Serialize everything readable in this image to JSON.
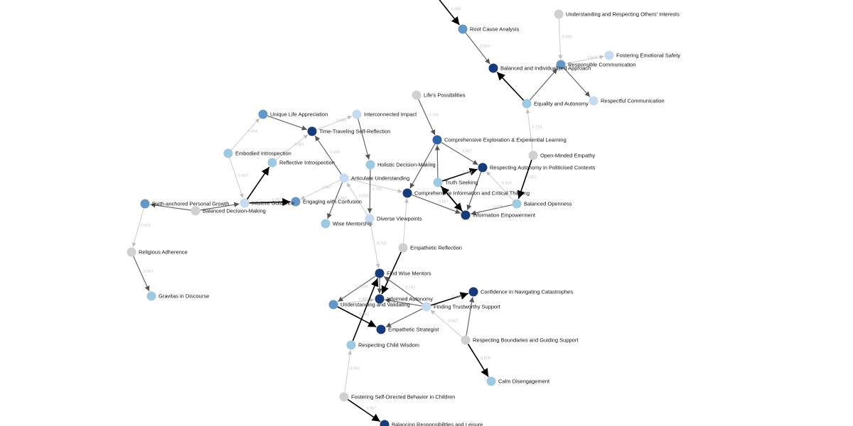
{
  "colors": {
    "gray": "#d0d0d0",
    "pale": "#c6dbef",
    "light": "#9ecae1",
    "mid": "#6497c8",
    "strong": "#2f62a8",
    "dark": "#173a7a"
  },
  "nodes": [
    {
      "id": "root_cause",
      "label": "Root Cause Analysis",
      "tone": "mid"
    },
    {
      "id": "understanding_interests",
      "label": "Understanding and Respecting Others' Interests",
      "tone": "gray"
    },
    {
      "id": "fostering_safety",
      "label": "Fostering Emotional Safety",
      "tone": "pale"
    },
    {
      "id": "responsible_comm",
      "label": "Responsible Communication",
      "tone": "mid"
    },
    {
      "id": "balanced_individualized",
      "label": "Balanced and Individualized Approach",
      "tone": "dark"
    },
    {
      "id": "respectful_comm",
      "label": "Respectful Communication",
      "tone": "pale"
    },
    {
      "id": "equality_autonomy",
      "label": "Equality and Autonomy",
      "tone": "light"
    },
    {
      "id": "lifes_possibilities",
      "label": "Life's Possibilities",
      "tone": "gray"
    },
    {
      "id": "unique_life",
      "label": "Unique Life Appreciation",
      "tone": "mid"
    },
    {
      "id": "interconnected",
      "label": "Interconnected Impact",
      "tone": "pale"
    },
    {
      "id": "time_traveling",
      "label": "Time-Traveling Self-Reflection",
      "tone": "dark"
    },
    {
      "id": "comprehensive_exploration",
      "label": "Comprehensive Exploration & Experiential Learning",
      "tone": "strong"
    },
    {
      "id": "embodied",
      "label": "Embodied Introspection",
      "tone": "light"
    },
    {
      "id": "open_minded",
      "label": "Open-Minded Empathy",
      "tone": "gray"
    },
    {
      "id": "reflective",
      "label": "Reflective Introspection",
      "tone": "light"
    },
    {
      "id": "holistic",
      "label": "Holistic Decision-Making",
      "tone": "light"
    },
    {
      "id": "respecting_autonomy_pol",
      "label": "Respecting Autonomy in Politicised Contexts",
      "tone": "dark"
    },
    {
      "id": "articulate",
      "label": "Articulate Understanding",
      "tone": "pale"
    },
    {
      "id": "truth_seeking",
      "label": "Truth Seeking",
      "tone": "light"
    },
    {
      "id": "comprehensive_info",
      "label": "Comprehensive Information and Critical Thinking",
      "tone": "dark"
    },
    {
      "id": "faith_anchored",
      "label": "Faith-anchored Personal Growth",
      "tone": "mid"
    },
    {
      "id": "intuitive",
      "label": "Intuitive Guidance",
      "tone": "pale"
    },
    {
      "id": "engaging_confusion",
      "label": "Engaging with Confusion",
      "tone": "mid"
    },
    {
      "id": "balanced_openness",
      "label": "Balanced Openness",
      "tone": "light"
    },
    {
      "id": "balanced_decision",
      "label": "Balanced Decision-Making",
      "tone": "gray"
    },
    {
      "id": "info_empowerment",
      "label": "Information Empowerment",
      "tone": "dark"
    },
    {
      "id": "diverse_viewpoints",
      "label": "Diverse Viewpoints",
      "tone": "pale"
    },
    {
      "id": "wise_mentorship",
      "label": "Wise Mentorship",
      "tone": "light"
    },
    {
      "id": "empathetic_reflection",
      "label": "Empathetic Reflection",
      "tone": "gray"
    },
    {
      "id": "religious_adherence",
      "label": "Religious Adherence",
      "tone": "gray"
    },
    {
      "id": "find_wise_mentors",
      "label": "Find Wise Mentors",
      "tone": "dark"
    },
    {
      "id": "confidence_catastrophes",
      "label": "Confidence in Navigating Catastrophes",
      "tone": "dark"
    },
    {
      "id": "gravitas",
      "label": "Gravitas in Discourse",
      "tone": "light"
    },
    {
      "id": "informed_autonomy",
      "label": "Informed Autonomy",
      "tone": "dark"
    },
    {
      "id": "understanding_validating",
      "label": "Understanding and Validating",
      "tone": "mid"
    },
    {
      "id": "finding_support",
      "label": "Finding Trustworthy Support",
      "tone": "pale"
    },
    {
      "id": "empathetic_strategist",
      "label": "Empathetic Strategist",
      "tone": "dark"
    },
    {
      "id": "respecting_boundaries",
      "label": "Respecting Boundaries and Guiding Support",
      "tone": "gray"
    },
    {
      "id": "respecting_child",
      "label": "Respecting Child Wisdom",
      "tone": "light"
    },
    {
      "id": "calm_disengagement",
      "label": "Calm Disengagement",
      "tone": "light"
    },
    {
      "id": "fostering_self_directed",
      "label": "Fostering Self-Directed Behavior in Children",
      "tone": "gray"
    },
    {
      "id": "balancing_responsibilities",
      "label": "Balancing Responsibilities and Leisure",
      "tone": "dark"
    }
  ],
  "edges": [
    {
      "from": "top_offscreen",
      "to": "root_cause",
      "weight": "0.889",
      "style": "strong"
    },
    {
      "from": "understanding_interests",
      "to": "responsible_comm",
      "weight": "0.690",
      "style": "faint"
    },
    {
      "from": "root_cause",
      "to": "balanced_individualized",
      "weight": "0.833",
      "style": "medium"
    },
    {
      "from": "responsible_comm",
      "to": "fostering_safety",
      "weight": "0.648",
      "style": "faint"
    },
    {
      "from": "responsible_comm",
      "to": "respectful_comm",
      "weight": "",
      "style": "medium"
    },
    {
      "from": "equality_autonomy",
      "to": "responsible_comm",
      "weight": "",
      "style": "medium"
    },
    {
      "from": "equality_autonomy",
      "to": "balanced_individualized",
      "weight": "",
      "style": "strong"
    },
    {
      "from": "open_minded",
      "to": "equality_autonomy",
      "weight": "0.710",
      "style": "faint"
    },
    {
      "from": "open_minded",
      "to": "balanced_openness",
      "weight": "0.811",
      "style": "strong"
    },
    {
      "from": "lifes_possibilities",
      "to": "comprehensive_exploration",
      "weight": "0.706",
      "style": "medium"
    },
    {
      "from": "embodied",
      "to": "unique_life",
      "weight": "0.654",
      "style": "faint"
    },
    {
      "from": "unique_life",
      "to": "time_traveling",
      "weight": "",
      "style": "medium"
    },
    {
      "from": "time_traveling",
      "to": "interconnected",
      "weight": "0.589",
      "style": "faint"
    },
    {
      "from": "reflective",
      "to": "time_traveling",
      "weight": "0.661",
      "style": "faint"
    },
    {
      "from": "articulate",
      "to": "time_traveling",
      "weight": "0.690",
      "style": "medium"
    },
    {
      "from": "interconnected",
      "to": "holistic",
      "weight": "",
      "style": "medium"
    },
    {
      "from": "embodied",
      "to": "intuitive",
      "weight": "0.667",
      "style": "faint"
    },
    {
      "from": "intuitive",
      "to": "reflective",
      "weight": "",
      "style": "strong"
    },
    {
      "from": "intuitive",
      "to": "engaging_confusion",
      "weight": "0.857",
      "style": "strong"
    },
    {
      "from": "balanced_decision",
      "to": "faith_anchored",
      "weight": "",
      "style": "medium"
    },
    {
      "from": "balanced_decision",
      "to": "intuitive",
      "weight": "",
      "style": "medium"
    },
    {
      "from": "articulate",
      "to": "engaging_confusion",
      "weight": "0.667",
      "style": "faint"
    },
    {
      "from": "articulate",
      "to": "wise_mentorship",
      "weight": "0.650",
      "style": "medium"
    },
    {
      "from": "articulate",
      "to": "comprehensive_info",
      "weight": "",
      "style": "faint"
    },
    {
      "from": "diverse_viewpoints",
      "to": "articulate",
      "weight": "0.600",
      "style": "faint"
    },
    {
      "from": "holistic",
      "to": "diverse_viewpoints",
      "weight": "0.750",
      "style": "medium"
    },
    {
      "from": "comprehensive_exploration",
      "to": "comprehensive_info",
      "weight": "0.718",
      "style": "medium"
    },
    {
      "from": "comprehensive_exploration",
      "to": "respecting_autonomy_pol",
      "weight": "0.857",
      "style": "medium"
    },
    {
      "from": "truth_seeking",
      "to": "comprehensive_exploration",
      "weight": "",
      "style": "medium"
    },
    {
      "from": "truth_seeking",
      "to": "respecting_autonomy_pol",
      "weight": "0.784",
      "style": "strong"
    },
    {
      "from": "truth_seeking",
      "to": "info_empowerment",
      "weight": "",
      "style": "strong"
    },
    {
      "from": "info_empowerment",
      "to": "truth_seeking",
      "weight": "",
      "style": "strong"
    },
    {
      "from": "respecting_autonomy_pol",
      "to": "info_empowerment",
      "weight": "",
      "style": "medium"
    },
    {
      "from": "balanced_openness",
      "to": "respecting_autonomy_pol",
      "weight": "0.600",
      "style": "faint"
    },
    {
      "from": "balanced_openness",
      "to": "info_empowerment",
      "weight": "0.625",
      "style": "medium"
    },
    {
      "from": "comprehensive_info",
      "to": "info_empowerment",
      "weight": "0.667",
      "style": "medium"
    },
    {
      "from": "faith_anchored",
      "to": "religious_adherence",
      "weight": "0.523",
      "style": "faint"
    },
    {
      "from": "religious_adherence",
      "to": "gravitas",
      "weight": "0.667",
      "style": "medium"
    },
    {
      "from": "empathetic_reflection",
      "to": "comprehensive_info",
      "weight": "",
      "style": "faint"
    },
    {
      "from": "diverse_viewpoints",
      "to": "find_wise_mentors",
      "weight": "0.750",
      "style": "faint"
    },
    {
      "from": "empathetic_reflection",
      "to": "informed_autonomy",
      "weight": "",
      "style": "strong"
    },
    {
      "from": "find_wise_mentors",
      "to": "understanding_validating",
      "weight": "1.000",
      "style": "medium"
    },
    {
      "from": "find_wise_mentors",
      "to": "informed_autonomy",
      "weight": "",
      "style": "medium"
    },
    {
      "from": "finding_support",
      "to": "find_wise_mentors",
      "weight": "0.743",
      "style": "medium"
    },
    {
      "from": "understanding_validating",
      "to": "informed_autonomy",
      "weight": "0.800",
      "style": "faint"
    },
    {
      "from": "understanding_validating",
      "to": "empathetic_strategist",
      "weight": "0.900",
      "style": "strong"
    },
    {
      "from": "finding_support",
      "to": "informed_autonomy",
      "weight": "0.778",
      "style": "medium"
    },
    {
      "from": "finding_support",
      "to": "confidence_catastrophes",
      "weight": "0.756",
      "style": "strong"
    },
    {
      "from": "finding_support",
      "to": "empathetic_strategist",
      "weight": "",
      "style": "medium"
    },
    {
      "from": "respecting_boundaries",
      "to": "finding_support",
      "weight": "0.667",
      "style": "faint"
    },
    {
      "from": "respecting_boundaries",
      "to": "confidence_catastrophes",
      "weight": "",
      "style": "medium"
    },
    {
      "from": "respecting_boundaries",
      "to": "calm_disengagement",
      "weight": "0.878",
      "style": "strong"
    },
    {
      "from": "respecting_child",
      "to": "find_wise_mentors",
      "weight": "",
      "style": "strong"
    },
    {
      "from": "fostering_self_directed",
      "to": "respecting_child",
      "weight": "0.560",
      "style": "faint"
    },
    {
      "from": "fostering_self_directed",
      "to": "balancing_responsibilities",
      "weight": "0.967",
      "style": "strong"
    }
  ]
}
